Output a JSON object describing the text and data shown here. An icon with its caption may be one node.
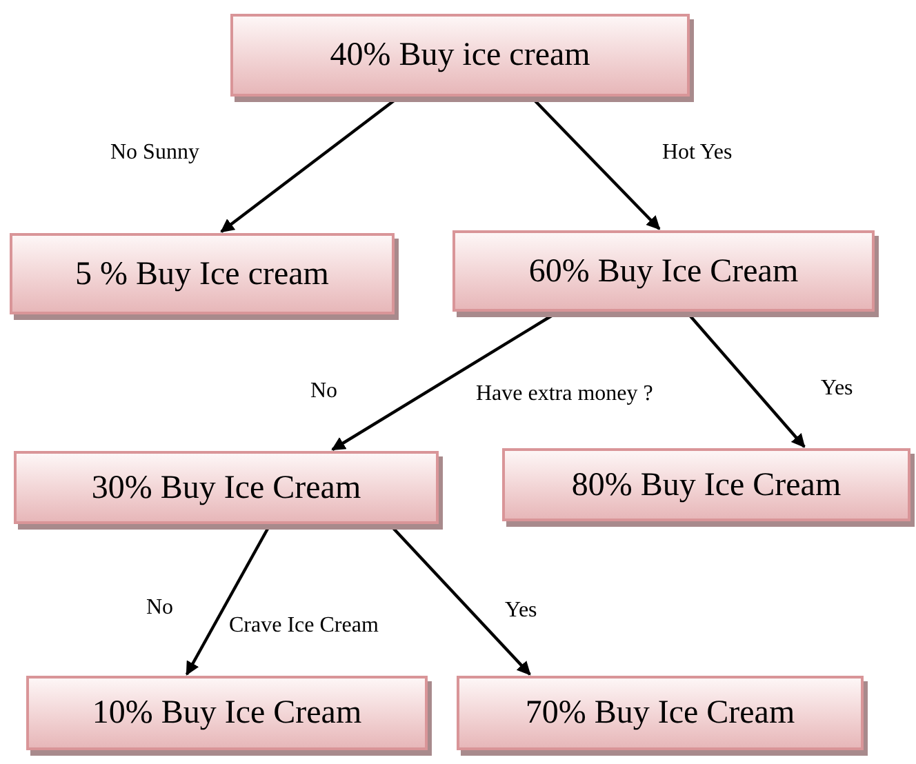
{
  "diagram": {
    "nodes": [
      {
        "text": [
          "40% Buy ice cream"
        ]
      },
      {
        "text": [
          "5 % Buy Ice cream"
        ]
      },
      {
        "text": [
          "60% Buy Ice Cream"
        ]
      },
      {
        "text": [
          "30% Buy Ice Cream"
        ]
      },
      {
        "text": [
          "80% Buy Ice Cream"
        ]
      },
      {
        "text": [
          "10% Buy Ice Cream"
        ]
      },
      {
        "text": [
          "70% Buy Ice Cream"
        ]
      }
    ],
    "edges": [
      {
        "from": 0,
        "to": 1,
        "arrow": "to",
        "label": "No Sunny"
      },
      {
        "from": 0,
        "to": 2,
        "arrow": "to",
        "label": "Hot Yes"
      },
      {
        "from": 2,
        "to": 3,
        "arrow": "to",
        "label": "No"
      },
      {
        "from": 2,
        "to": 4,
        "arrow": "to",
        "label": "Yes"
      },
      {
        "from": 3,
        "to": 5,
        "arrow": "to",
        "label": "No"
      },
      {
        "from": 3,
        "to": 6,
        "arrow": "to",
        "label": "Yes"
      }
    ],
    "labels": [
      "Have extra money ?",
      "Crave Ice Cream"
    ]
  }
}
